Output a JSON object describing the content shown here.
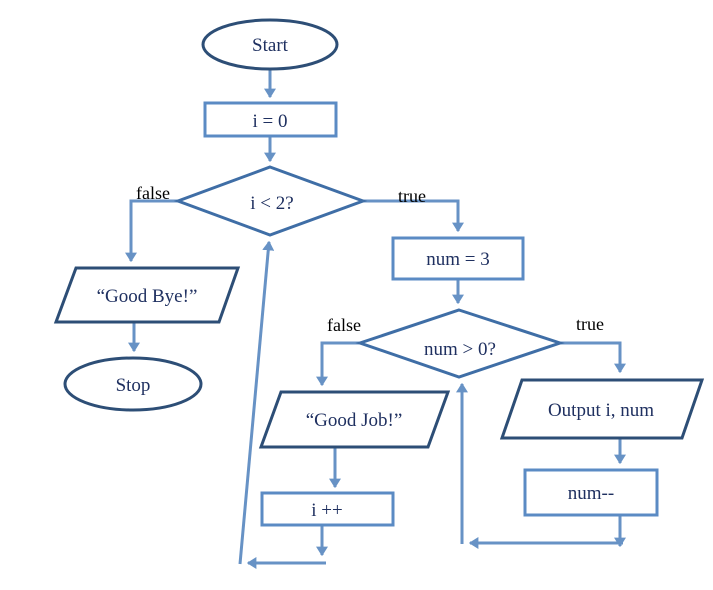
{
  "diagram": {
    "type": "flowchart",
    "nodes": {
      "start": {
        "label": "Start",
        "shape": "terminator"
      },
      "init_i": {
        "label": "i = 0",
        "shape": "process"
      },
      "cond_i": {
        "label": "i < 2?",
        "shape": "decision"
      },
      "good_bye": {
        "label": "“Good Bye!”",
        "shape": "io"
      },
      "stop": {
        "label": "Stop",
        "shape": "terminator"
      },
      "init_num": {
        "label": "num = 3",
        "shape": "process"
      },
      "cond_num": {
        "label": "num > 0?",
        "shape": "decision"
      },
      "good_job": {
        "label": "“Good Job!”",
        "shape": "io"
      },
      "incr_i": {
        "label": "i ++",
        "shape": "process"
      },
      "output": {
        "label": "Output i, num",
        "shape": "io"
      },
      "decr_num": {
        "label": "num--",
        "shape": "process"
      }
    },
    "edges": [
      {
        "from": "start",
        "to": "init_i",
        "label": ""
      },
      {
        "from": "init_i",
        "to": "cond_i",
        "label": ""
      },
      {
        "from": "cond_i",
        "to": "good_bye",
        "label": "false"
      },
      {
        "from": "cond_i",
        "to": "init_num",
        "label": "true"
      },
      {
        "from": "good_bye",
        "to": "stop",
        "label": ""
      },
      {
        "from": "init_num",
        "to": "cond_num",
        "label": ""
      },
      {
        "from": "cond_num",
        "to": "good_job",
        "label": "false"
      },
      {
        "from": "cond_num",
        "to": "output",
        "label": "true"
      },
      {
        "from": "good_job",
        "to": "incr_i",
        "label": ""
      },
      {
        "from": "incr_i",
        "to": "cond_i",
        "label": ""
      },
      {
        "from": "output",
        "to": "decr_num",
        "label": ""
      },
      {
        "from": "decr_num",
        "to": "cond_num",
        "label": ""
      }
    ],
    "colors": {
      "terminator_stroke": "#2d4e76",
      "io_stroke": "#2d4e76",
      "process_stroke": "#5b8bc4",
      "decision_stroke": "#3f6ea6",
      "connector": "#6792c5",
      "node_text": "#1f3060",
      "edge_label_text": "#000000",
      "background": "#ffffff"
    }
  }
}
